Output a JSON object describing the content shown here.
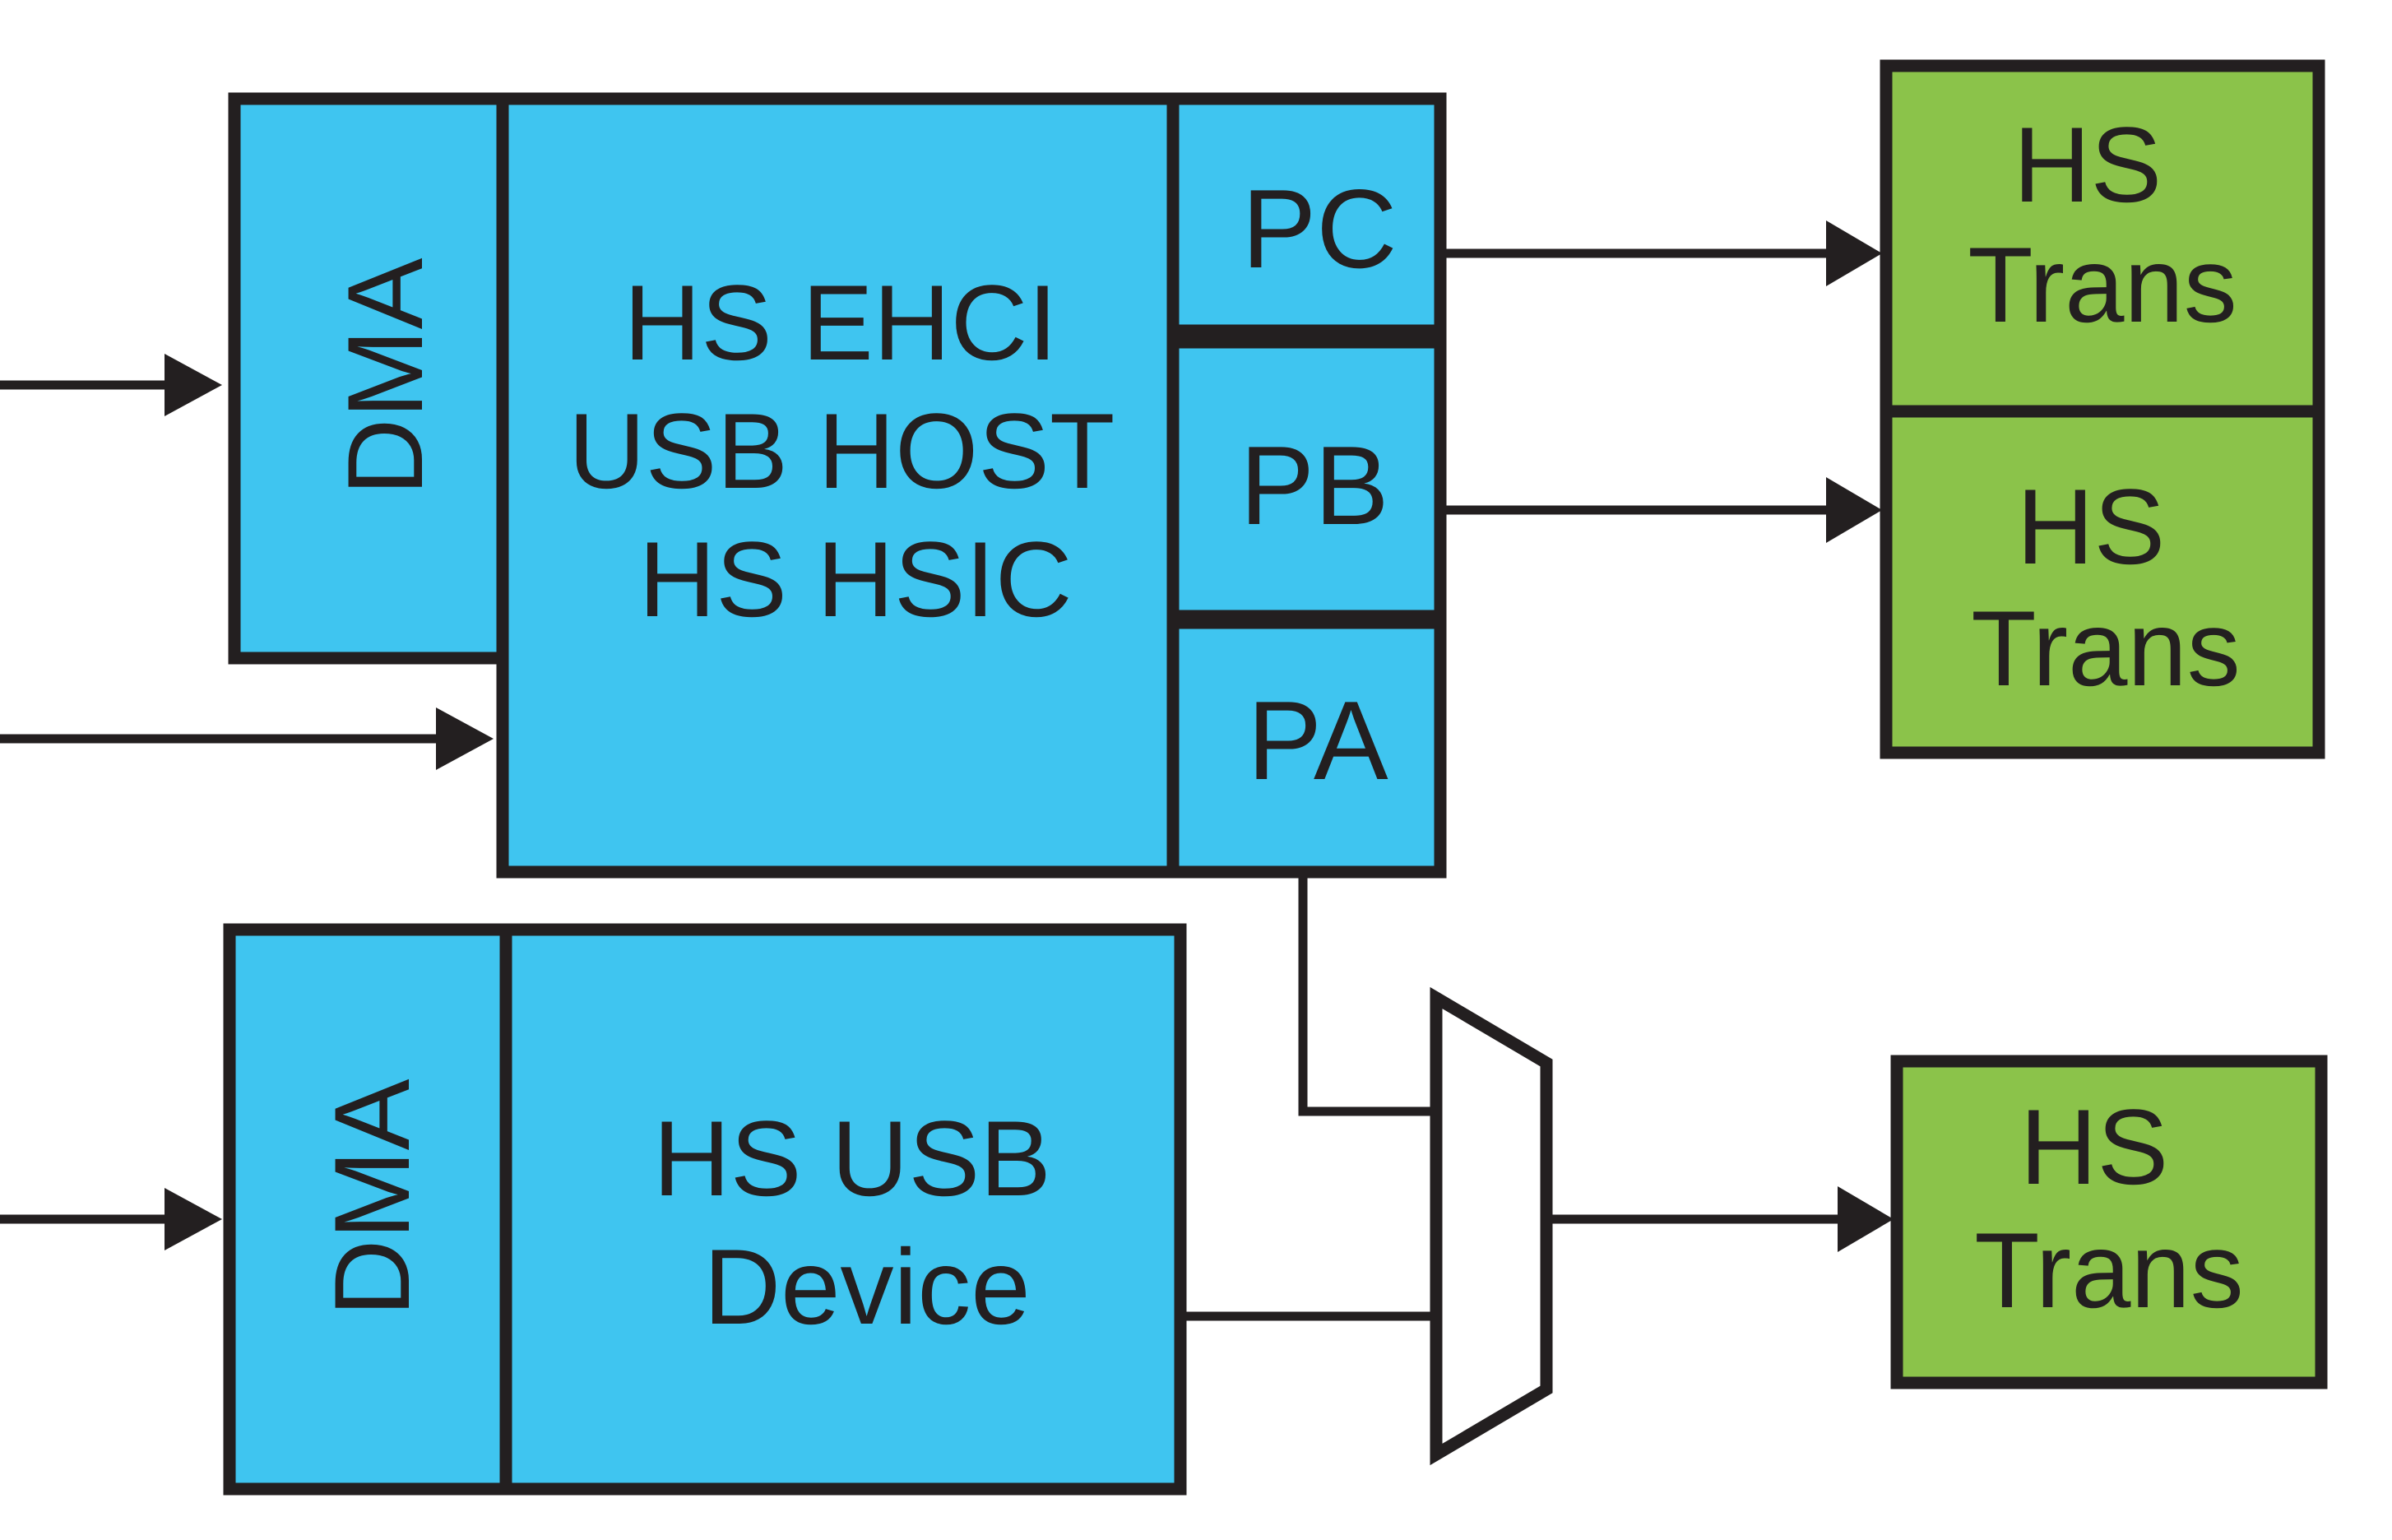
{
  "colors": {
    "block_fill": "#3fc5f0",
    "transceiver_fill": "#8bc34a",
    "mux_fill": "#ffffff",
    "line": "#231f20"
  },
  "host": {
    "dma_label": "DMA",
    "controller_lines": [
      "HS EHCI",
      "USB HOST",
      "HS HSIC"
    ],
    "ports": {
      "pc": "PC",
      "pb": "PB",
      "pa": "PA"
    }
  },
  "device": {
    "dma_label": "DMA",
    "controller_lines": [
      "HS USB",
      "Device"
    ]
  },
  "transceivers": [
    {
      "lines": [
        "HS",
        "Trans"
      ]
    },
    {
      "lines": [
        "HS",
        "Trans"
      ]
    },
    {
      "lines": [
        "HS",
        "Trans"
      ]
    }
  ]
}
